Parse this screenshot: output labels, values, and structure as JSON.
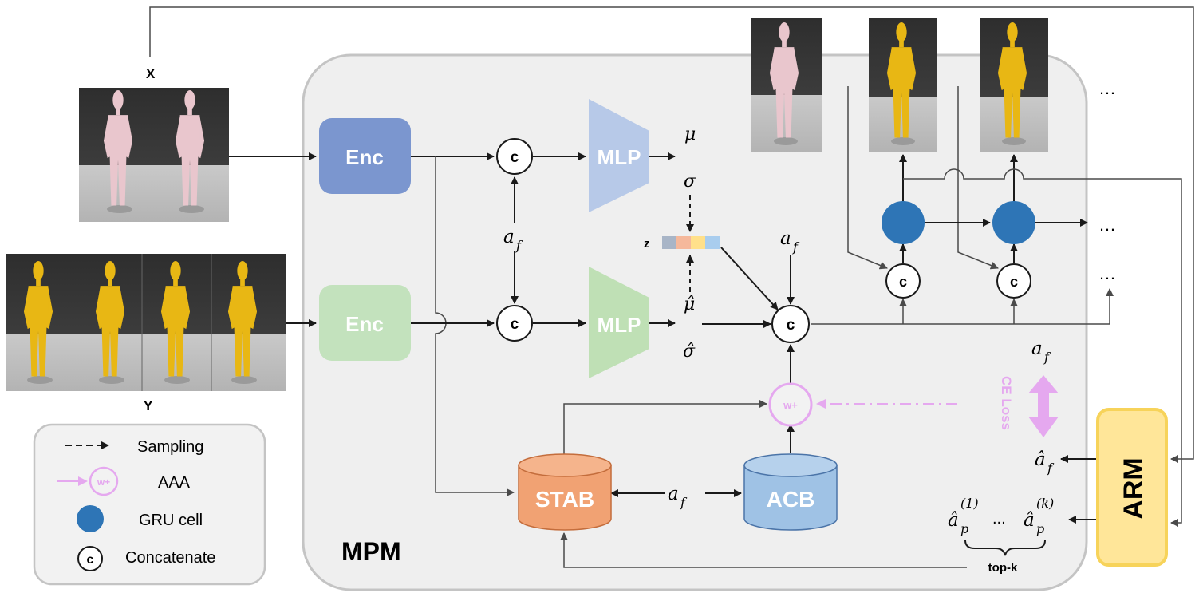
{
  "inputs": {
    "x_label": "X",
    "y_label": "Y"
  },
  "module": {
    "name": "MPM"
  },
  "blocks": {
    "enc_top": "Enc",
    "enc_bottom": "Enc",
    "mlp_top": "MLP",
    "mlp_bottom": "MLP",
    "stab": "STAB",
    "acb": "ACB",
    "arm": "ARM"
  },
  "symbols": {
    "concat": "c",
    "z": "z",
    "mu": "μ",
    "sigma": "σ",
    "mu_hat": "μ̂",
    "sigma_hat": "σ̂",
    "a_f": "a",
    "a_f_sub": "f",
    "a_f_hat": "â",
    "a_p_hat": "â",
    "a_p_sub": "p",
    "a_p_sup_1": "(1)",
    "a_p_sup_k": "(k)",
    "a_p_ellipsis": "...",
    "ellipsis": "…",
    "w_plus": "w+",
    "ce_loss": "CE Loss",
    "top_k": "top-k"
  },
  "legend": {
    "items": [
      {
        "symbol": "dashed-arrow",
        "label": "Sampling"
      },
      {
        "symbol": "aaa-icon",
        "label": "AAA"
      },
      {
        "symbol": "gru-dot",
        "label": "GRU cell"
      },
      {
        "symbol": "concat-circle",
        "label": "Concatenate"
      }
    ]
  },
  "colors": {
    "panel_bg": "#efefef",
    "panel_border": "#c4c4c4",
    "enc_top": "#7b96cf",
    "enc_bottom": "#c3e2bd",
    "mlp_top": "#b7c9e8",
    "mlp_bottom": "#bfe0b5",
    "stab": "#f1a273",
    "acb": "#9fc2e5",
    "arm_fill": "#ffe699",
    "arm_border": "#f7d35a",
    "gru": "#2e75b6",
    "aaa": "#e5a8ef",
    "z_cells": [
      "#a8b5c7",
      "#f5b89b",
      "#ffe08a",
      "#a9cdee"
    ]
  }
}
